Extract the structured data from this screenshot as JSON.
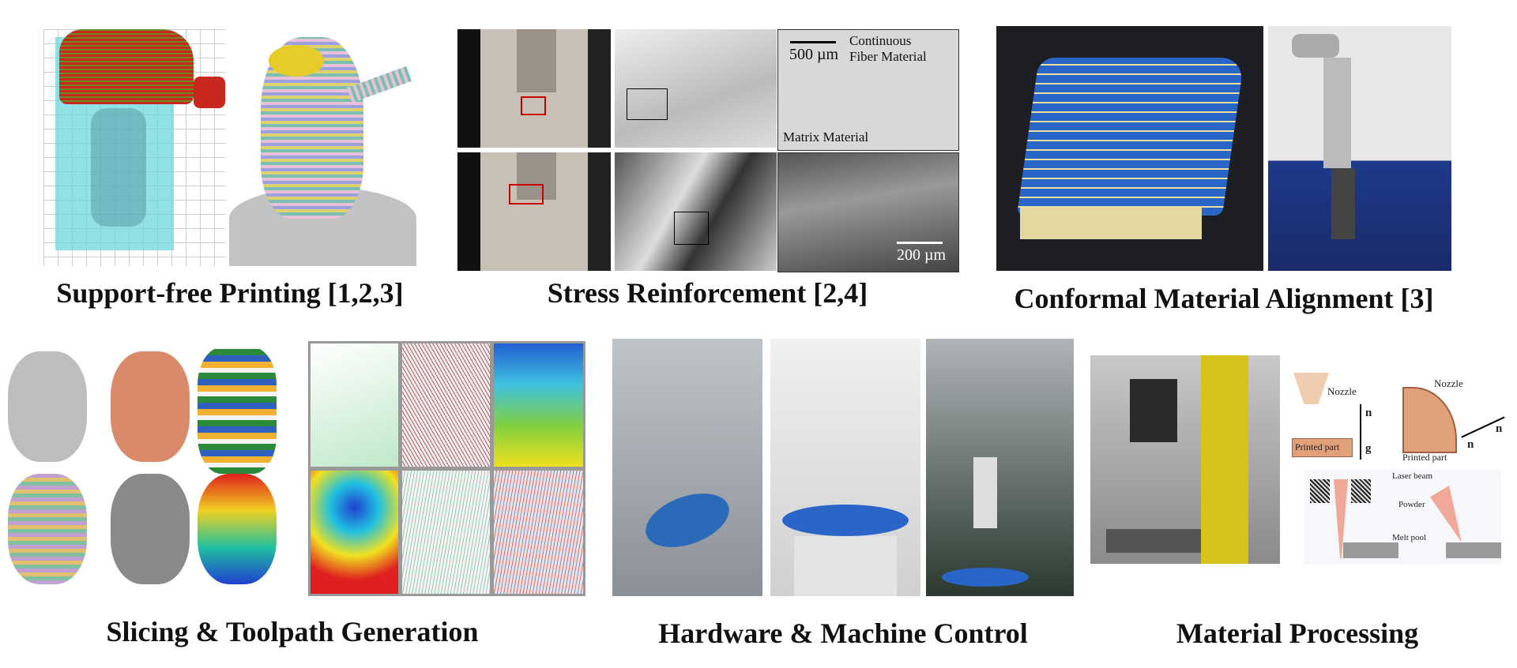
{
  "panels": {
    "support_free": {
      "caption": "Support-free Printing [1,2,3]"
    },
    "stress": {
      "caption": "Stress Reinforcement [2,4]",
      "scale_top": "500 µm",
      "scale_bottom": "200 µm",
      "label_fiber_1": "Continuous",
      "label_fiber_2": "Fiber Material",
      "label_matrix": "Matrix Material"
    },
    "conformal": {
      "caption": "Conformal Material Alignment [3]"
    },
    "slicing": {
      "caption": "Slicing & Toolpath Generation"
    },
    "hardware": {
      "caption": "Hardware & Machine Control"
    },
    "material": {
      "caption": "Material Processing",
      "nozzle_1": "Nozzle",
      "nozzle_2": "Nozzle",
      "printed_part_1": "Printed part",
      "printed_part_2": "Printed part",
      "n_b_1": "n",
      "n_b_2": "n",
      "n_a": "n",
      "g": "g",
      "laser_beam": "Laser beam",
      "powder": "Powder",
      "melt_pool": "Melt pool"
    }
  },
  "colors": {
    "caption": "#111111",
    "support_cyan": "#7fd8dc",
    "support_red": "#c8281e",
    "tape_blue": "#2a66c8",
    "robot_yellow": "#d6c21a"
  }
}
